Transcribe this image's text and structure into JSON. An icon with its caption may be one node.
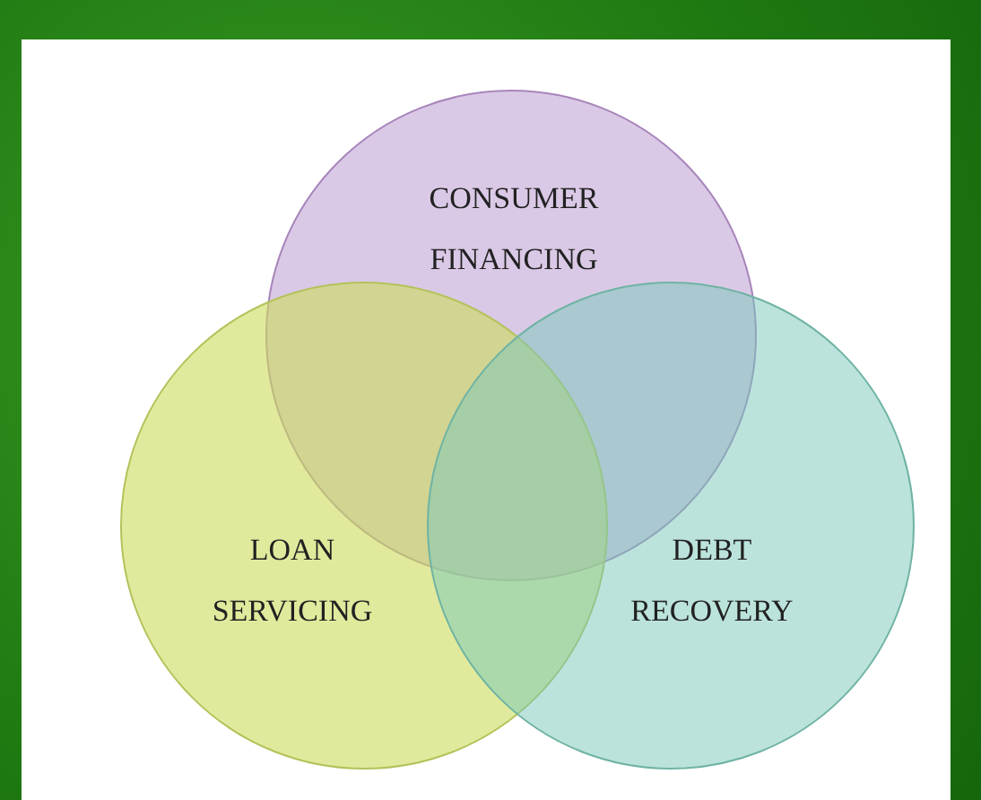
{
  "diagram": {
    "nodes": [
      {
        "text": [
          "CONSUMER FINANCING"
        ]
      },
      {
        "text": [
          "LOAN SERVICING"
        ]
      },
      {
        "text": [
          "DEBT RECOVERY"
        ]
      }
    ],
    "edges": []
  }
}
